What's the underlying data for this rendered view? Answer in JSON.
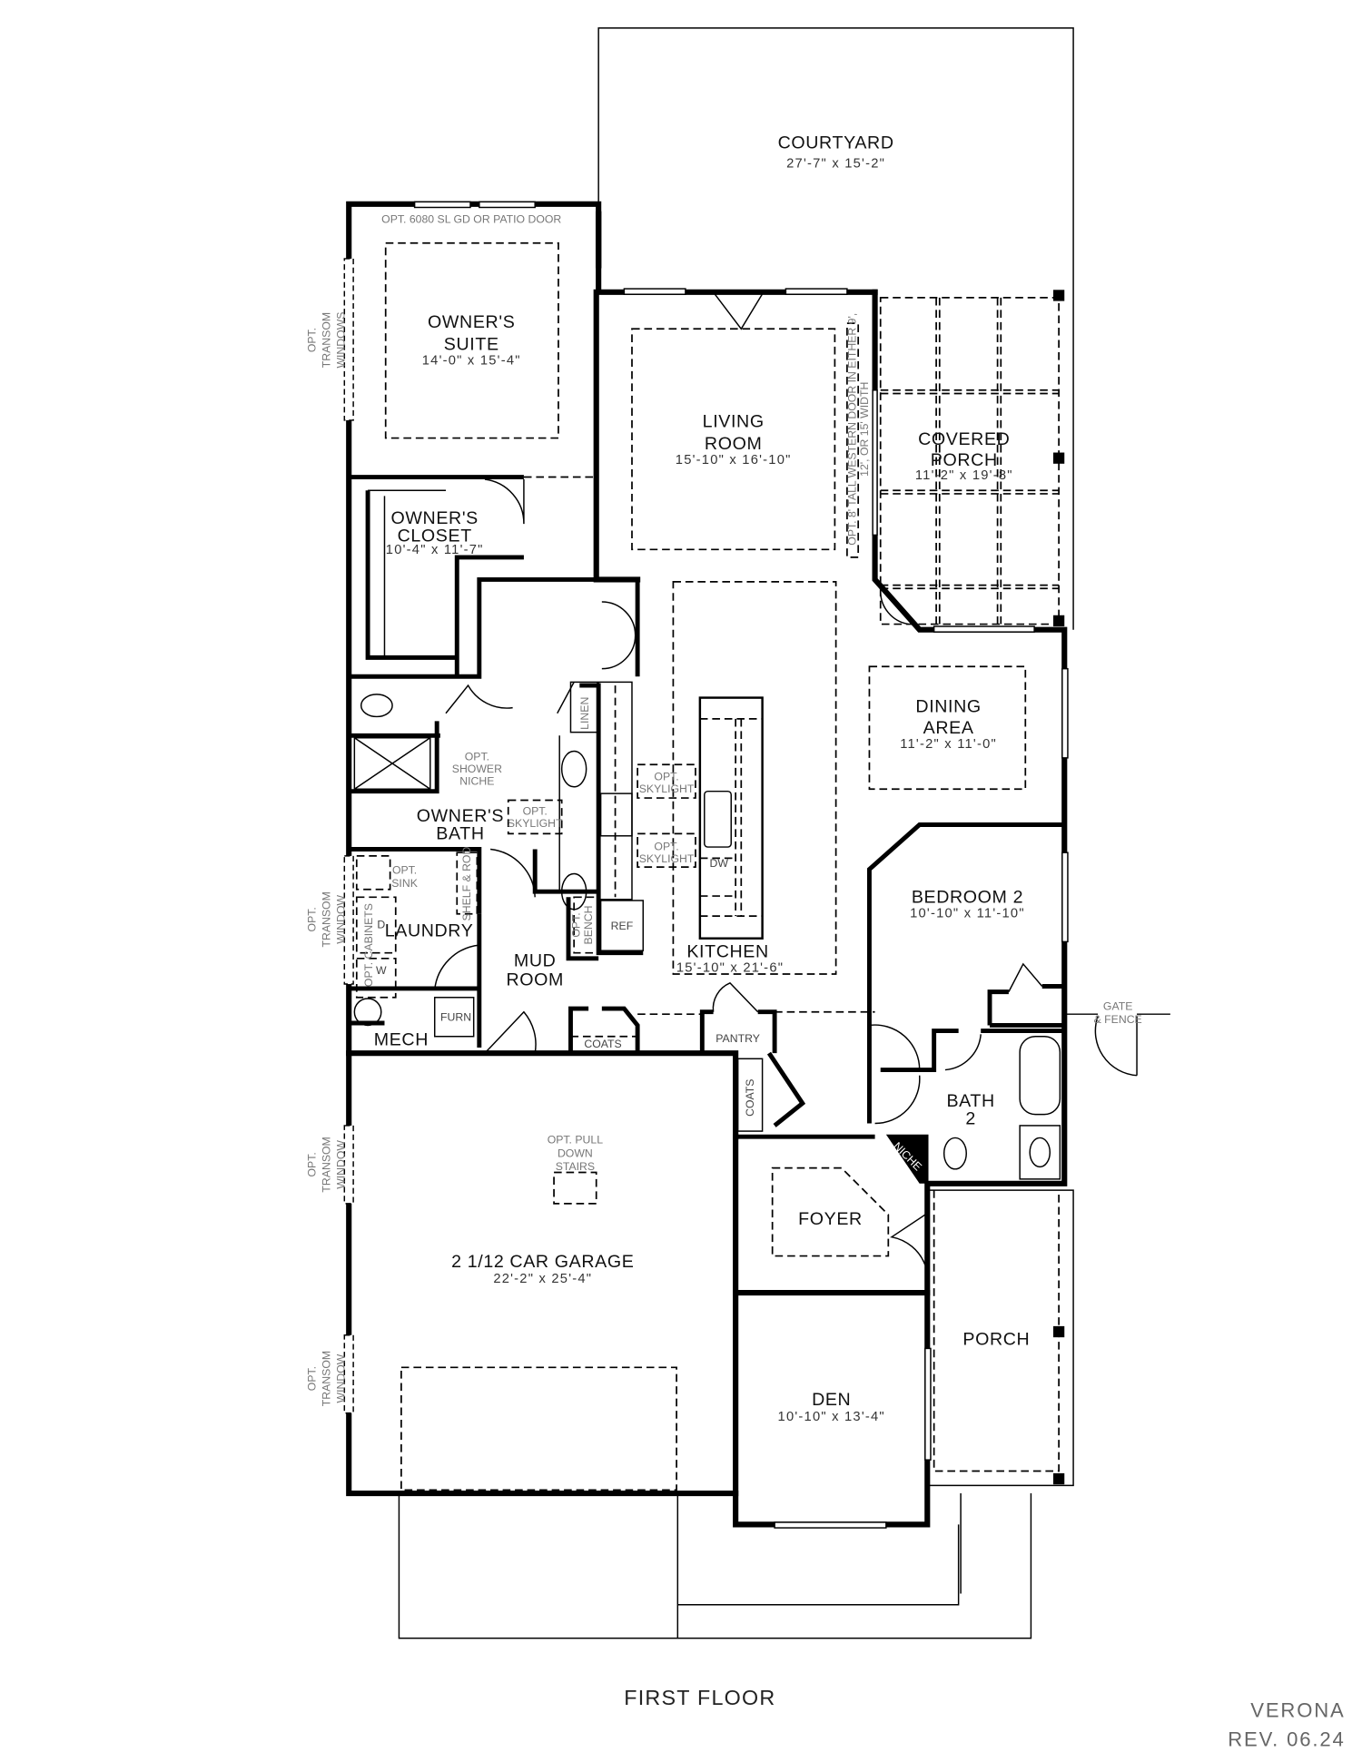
{
  "plan": {
    "title": "FIRST FLOOR",
    "model": "VERONA",
    "revision": "REV. 06.24"
  },
  "rooms": {
    "courtyard": {
      "name": "COURTYARD",
      "dims": "27'-7\" x 15'-2\""
    },
    "owners_suite": {
      "name1": "OWNER'S",
      "name2": "SUITE",
      "dims": "14'-0\" x 15'-4\""
    },
    "living_room": {
      "name1": "LIVING",
      "name2": "ROOM",
      "dims": "15'-10\" x 16'-10\""
    },
    "covered_porch": {
      "name1": "COVERED",
      "name2": "PORCH",
      "dims": "11'-2\" x 19'-8\""
    },
    "owners_closet": {
      "name1": "OWNER'S",
      "name2": "CLOSET",
      "dims": "10'-4\" x 11'-7\""
    },
    "dining_area": {
      "name1": "DINING",
      "name2": "AREA",
      "dims": "11'-2\" x 11'-0\""
    },
    "owners_bath": {
      "name1": "OWNER'S",
      "name2": "BATH"
    },
    "bedroom_2": {
      "name": "BEDROOM 2",
      "dims": "10'-10\" x 11'-10\""
    },
    "laundry": {
      "name": "LAUNDRY"
    },
    "mud_room": {
      "name1": "MUD",
      "name2": "ROOM"
    },
    "kitchen": {
      "name": "KITCHEN",
      "dims": "15'-10\" x 21'-6\""
    },
    "mech": {
      "name": "MECH"
    },
    "bath_2": {
      "name1": "BATH",
      "name2": "2"
    },
    "foyer": {
      "name": "FOYER"
    },
    "garage": {
      "name": "2 1/12 CAR GARAGE",
      "dims": "22'-2\" x 25'-4\""
    },
    "porch": {
      "name": "PORCH"
    },
    "den": {
      "name": "DEN",
      "dims": "10'-10\" x 13'-4\""
    }
  },
  "fixtures": {
    "linen": "LINEN",
    "ref": "REF",
    "dw": "DW",
    "furn": "FURN",
    "coats": "COATS",
    "pantry": "PANTRY",
    "niche": "NICHE",
    "shelf_rod": "SHELF & ROD",
    "dryer": "D",
    "washer": "W"
  },
  "notes": {
    "patio_door": "OPT. 6080 SL GD OR PATIO DOOR",
    "transom_windows": [
      "OPT.",
      "TRANSOM",
      "WINDOWS"
    ],
    "transom_window": [
      "OPT.",
      "TRANSOM",
      "WINDOW"
    ],
    "western_door": [
      "OPT. 8' TALL WESTERN DOOR IN EITHER 9',",
      "12', OR 15' WIDTH"
    ],
    "shower_niche": [
      "OPT.",
      "SHOWER",
      "NICHE"
    ],
    "skylight": [
      "OPT.",
      "SKYLIGHT"
    ],
    "sink": [
      "OPT.",
      "SINK"
    ],
    "cabinets": "OPT. CABINETS",
    "bench": [
      "OPT.",
      "BENCH"
    ],
    "pull_down": [
      "OPT. PULL",
      "DOWN",
      "STAIRS"
    ],
    "gate": [
      "GATE",
      "& FENCE"
    ]
  }
}
